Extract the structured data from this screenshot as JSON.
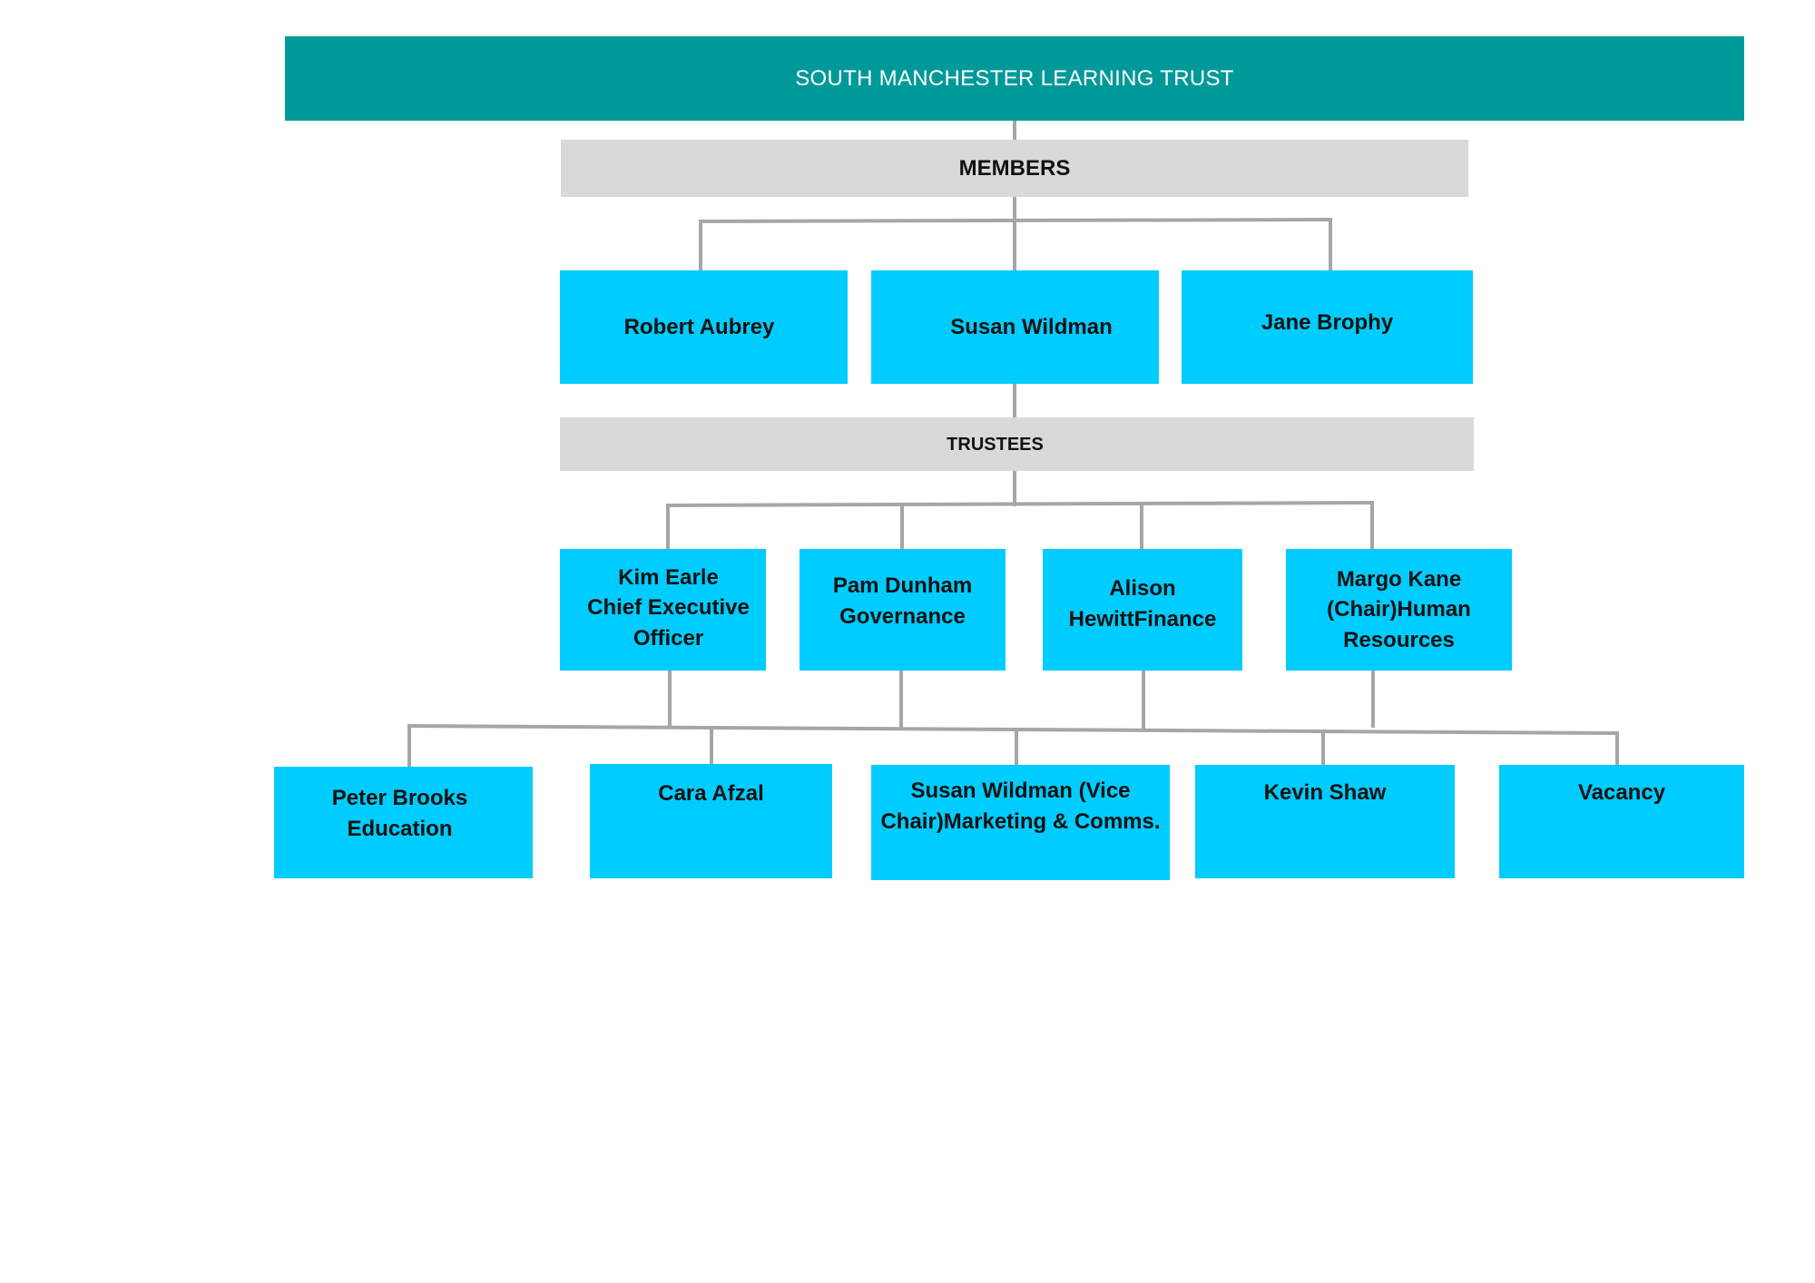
{
  "title": "SOUTH MANCHESTER LEARNING TRUST",
  "members": {
    "label": "MEMBERS",
    "people": [
      {
        "lines": [
          "Robert Aubrey"
        ]
      },
      {
        "lines": [
          "Susan Wildman"
        ]
      },
      {
        "lines": [
          "Jane Brophy"
        ]
      }
    ]
  },
  "trustees": {
    "label": "TRUSTEES",
    "people": [
      {
        "lines": [
          "Kim Earle",
          "Chief Executive",
          "Officer"
        ]
      },
      {
        "lines": [
          "Pam Dunham",
          "Governance"
        ]
      },
      {
        "lines": [
          "Alison",
          "HewittFinance"
        ]
      },
      {
        "lines": [
          "Margo Kane",
          "(Chair)Human",
          "Resources"
        ]
      }
    ]
  },
  "others": [
    {
      "lines": [
        "Peter Brooks",
        "Education"
      ]
    },
    {
      "lines": [
        "Cara Afzal"
      ]
    },
    {
      "lines": [
        "Susan Wildman (Vice",
        "Chair)Marketing & Comms."
      ]
    },
    {
      "lines": [
        "Kevin Shaw"
      ]
    },
    {
      "lines": [
        "Vacancy"
      ]
    }
  ],
  "colors": {
    "title_bar": "#009999",
    "header_bar": "#d9d9d9",
    "person_box": "#00ccff",
    "connector": "#a6a6a6"
  }
}
